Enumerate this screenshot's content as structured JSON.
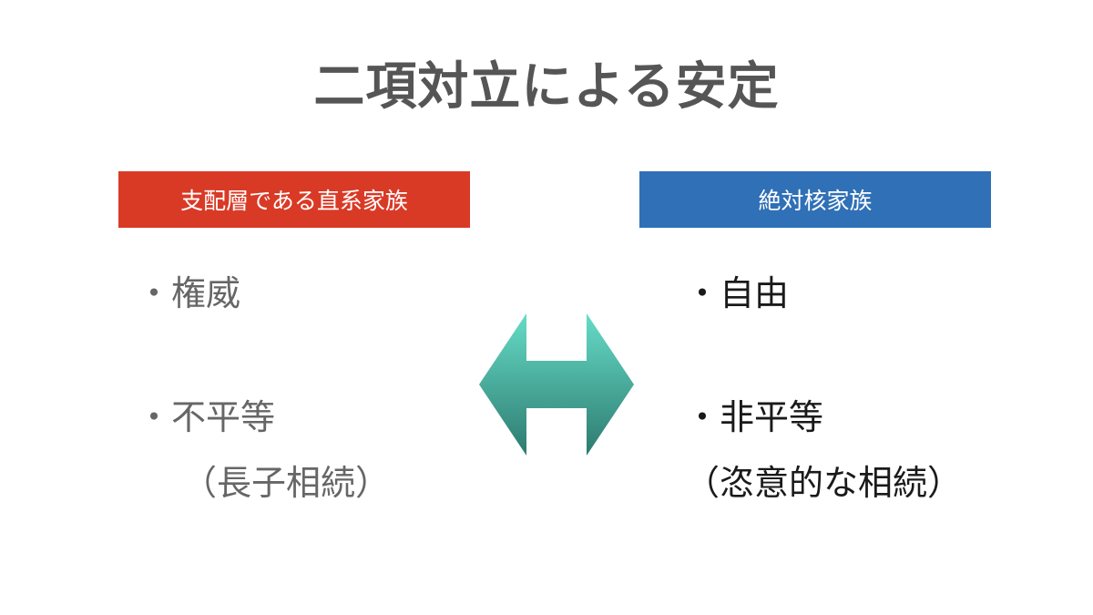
{
  "slide": {
    "title": "二項対立による安定"
  },
  "left": {
    "header": "支配層である直系家族",
    "header_color": "#d93a26",
    "items": [
      "・権威",
      "・不平等",
      "（長子相続）"
    ]
  },
  "right": {
    "header": "絶対核家族",
    "header_color": "#2f70b6",
    "items": [
      "・自由",
      "・非平等",
      "（恣意的な相続）"
    ]
  },
  "connector": {
    "icon": "double-headed-arrow-icon",
    "gradient": [
      "#66dcc6",
      "#2d7a70"
    ]
  }
}
